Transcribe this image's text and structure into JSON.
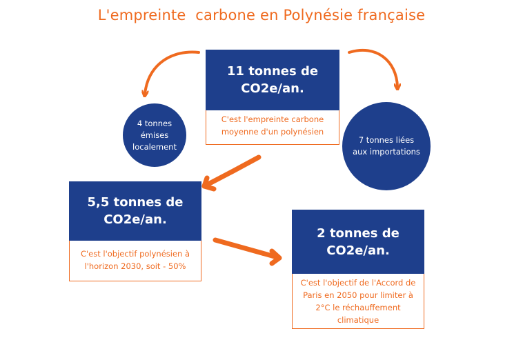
{
  "title": "L'empreinte  carbone en Polynésie française",
  "boxes": {
    "top": {
      "head": "11 tonnes de CO2e/an.",
      "body": "C'est l'empreinte carbone moyenne d'un polynésien"
    },
    "left": {
      "head": "5,5 tonnes de CO2e/an.",
      "body": "C'est l'objectif polynésien à l'horizon 2030, soit - 50%"
    },
    "right": {
      "head": "2 tonnes de CO2e/an.",
      "body": "C'est l'objectif de l'Accord de Paris en 2050 pour limiter à 2°C le réchauffement climatique"
    }
  },
  "circles": {
    "local": "4 tonnes émises localement",
    "imports": "7 tonnes liées aux importations"
  },
  "colors": {
    "navy": "#1e3f8c",
    "orange": "#ef6a1f"
  }
}
